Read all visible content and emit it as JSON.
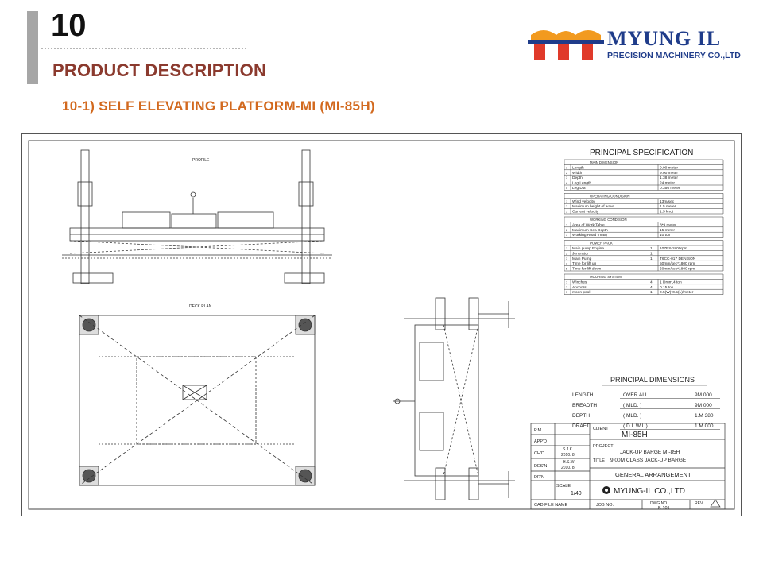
{
  "header": {
    "section_number": "10",
    "title": "PRODUCT DESCRIPTION",
    "subtitle": "10-1) SELF ELEVATING PLATFORM-MI  (MI-85H)"
  },
  "logo": {
    "name": "MYUNG IL",
    "tagline": "PRECISION MACHINERY CO.,LTD"
  },
  "drawing": {
    "labels": {
      "profile": "PROFILE",
      "deck_plan": "DECK PLAN"
    },
    "principal_specification": {
      "title": "PRINCIPAL  SPECIFICATION",
      "groups": [
        {
          "header": "MAIN  DIMENSION",
          "rows": [
            {
              "no": "1",
              "item": "Length",
              "value": "9.00  meter"
            },
            {
              "no": "2",
              "item": "Width",
              "value": "9.00  meter"
            },
            {
              "no": "3",
              "item": "Depth",
              "value": "1.38  meter"
            },
            {
              "no": "4",
              "item": "Leg Length",
              "value": "24  meter"
            },
            {
              "no": "5",
              "item": "Leg Dia",
              "value": "0.356  meter"
            }
          ]
        },
        {
          "header": "OPERATING  CONDISION",
          "rows": [
            {
              "no": "1",
              "item": "Wind velocity",
              "value": "13m/sec"
            },
            {
              "no": "2",
              "item": "Maximum  height of wave",
              "value": "1.5  meter"
            },
            {
              "no": "3",
              "item": "Current velocity",
              "value": "1.5  knot"
            }
          ]
        },
        {
          "header": "WORKING  CONDISION",
          "rows": [
            {
              "no": "1",
              "item": "Area of Work Table",
              "value": "8*9  meter"
            },
            {
              "no": "2",
              "item": "Maximum  Sea Depth",
              "value": "15  meter"
            },
            {
              "no": "3",
              "item": "Working Road (max)",
              "value": "10  ton"
            }
          ]
        },
        {
          "header": "POWER  PACK",
          "rows": [
            {
              "no": "1",
              "item": "Main pump Engine",
              "qty": "1",
              "value": "107PS/1800rpm"
            },
            {
              "no": "2",
              "item": "Jenerator",
              "qty": "1",
              "value": ""
            },
            {
              "no": "3",
              "item": "Main Pump",
              "qty": "1",
              "value": "T6CC-017  DENISON"
            },
            {
              "no": "4",
              "item": "Time for lift up",
              "qty": "",
              "value": "50mm/sec*1800 rpm"
            },
            {
              "no": "5",
              "item": "Time for lift down",
              "qty": "",
              "value": "60mm/sec*1800 rpm"
            }
          ]
        },
        {
          "header": "MOORING  SYSTEM",
          "rows": [
            {
              "no": "1",
              "item": "Winches",
              "qty": "4",
              "value": "1 Drum,4 ton"
            },
            {
              "no": "2",
              "item": "Anchors",
              "qty": "4",
              "value": "0.15  ton"
            },
            {
              "no": "3",
              "item": "moon pool",
              "qty": "1",
              "value": "0.5(W)*0.5(L)/meter"
            }
          ]
        }
      ]
    },
    "principal_dimensions": {
      "title": "PRINCIPAL  DIMENSIONS",
      "rows": [
        {
          "label": "LENGTH",
          "qualifier": "OVER  ALL",
          "value": "9M  000"
        },
        {
          "label": "BREADTH",
          "qualifier": "( MLD. )",
          "value": "9M  000"
        },
        {
          "label": "DEPTH",
          "qualifier": "( MLD. )",
          "value": "1.M  380"
        },
        {
          "label": "DRAFT",
          "qualifier": "( D.L.W.L )",
          "value": "1.M  000"
        }
      ]
    },
    "title_block": {
      "pm": "P.M",
      "appd": "APP'D",
      "chkd": "CH'D",
      "desn": "DES'N",
      "drn": "DR'N",
      "chkd_name": "S.J.K",
      "chkd_date": "2010. 8.",
      "desn_name": "H.S.W",
      "desn_date": "2010. 8.",
      "client_label": "CLIENT",
      "client_value": "MI-85H",
      "project_label": "PROJECT",
      "project_value": "JACK-UP  BARGE   MI-85H",
      "title_label": "TITLE",
      "title_value": "9.00M  CLASS  JACK-UP  BARGE",
      "drawing_title": "GENERAL  ARRANGEMENT",
      "scale_label": "SCALE",
      "scale_value": "1/40",
      "company": "MYUNG-IL CO.,LTD",
      "cad_file_label": "CAD FILE NAME",
      "job_no_label": "JOB NO.",
      "dwg_no_label": "DWG.NO",
      "dwg_no_value": "B-101",
      "rev_label": "REV"
    }
  },
  "colors": {
    "title_color": "#8b3a2e",
    "subtitle_color": "#d2691e",
    "logo_blue": "#1f3c8a",
    "logo_red": "#e03a2a",
    "logo_orange": "#f29a1f"
  }
}
